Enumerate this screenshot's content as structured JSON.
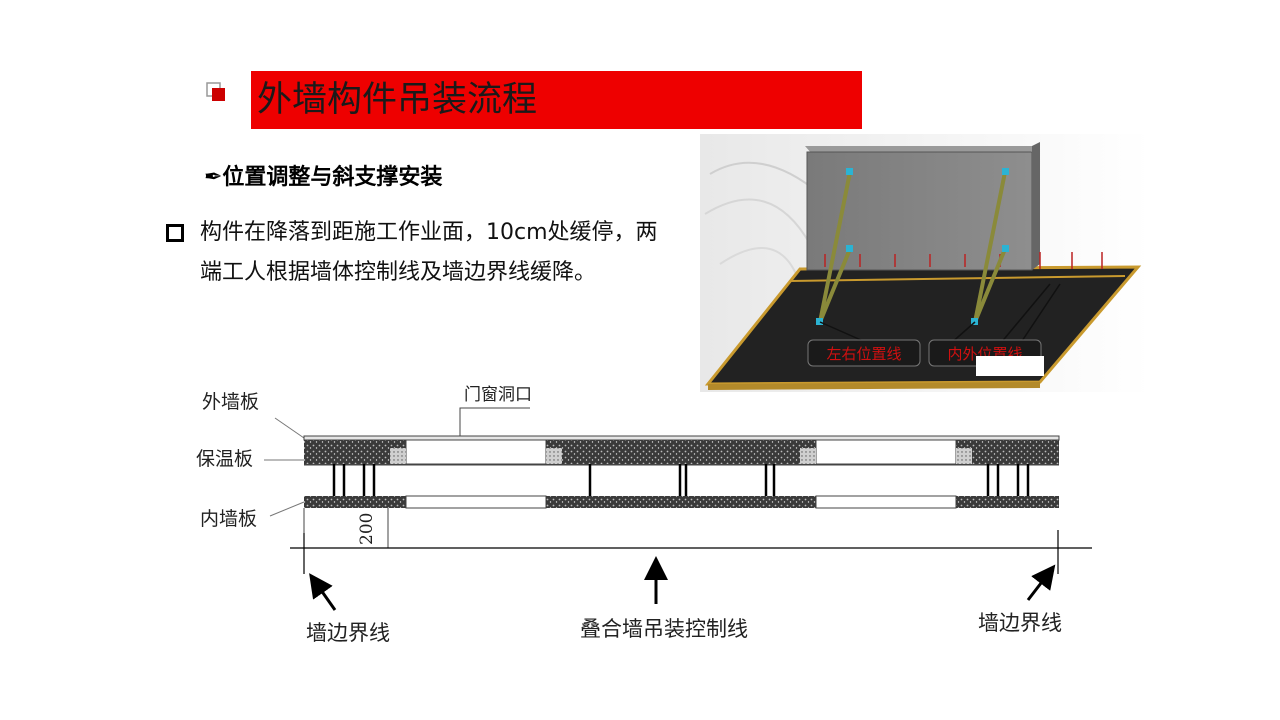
{
  "slide": {
    "title": "外墙构件吊装流程",
    "subtitle": "✒位置调整与斜支撑安装",
    "bullet_text": "构件在降落到距施工作业面，10cm处缓停，两端工人根据墙体控制线及墙边界线缓降。"
  },
  "photo": {
    "label_left": "左右位置线",
    "label_right": "内外位置线"
  },
  "diagram": {
    "label_outer_panel": "外墙板",
    "label_insulation": "保温板",
    "label_inner_panel": "内墙板",
    "label_opening": "门窗洞口",
    "dimension": "200",
    "label_edge_left": "墙边界线",
    "label_control": "叠合墙吊装控制线",
    "label_edge_right": "墙边界线"
  },
  "colors": {
    "title_bar": "#ee0000",
    "accent": "#cc0000"
  }
}
